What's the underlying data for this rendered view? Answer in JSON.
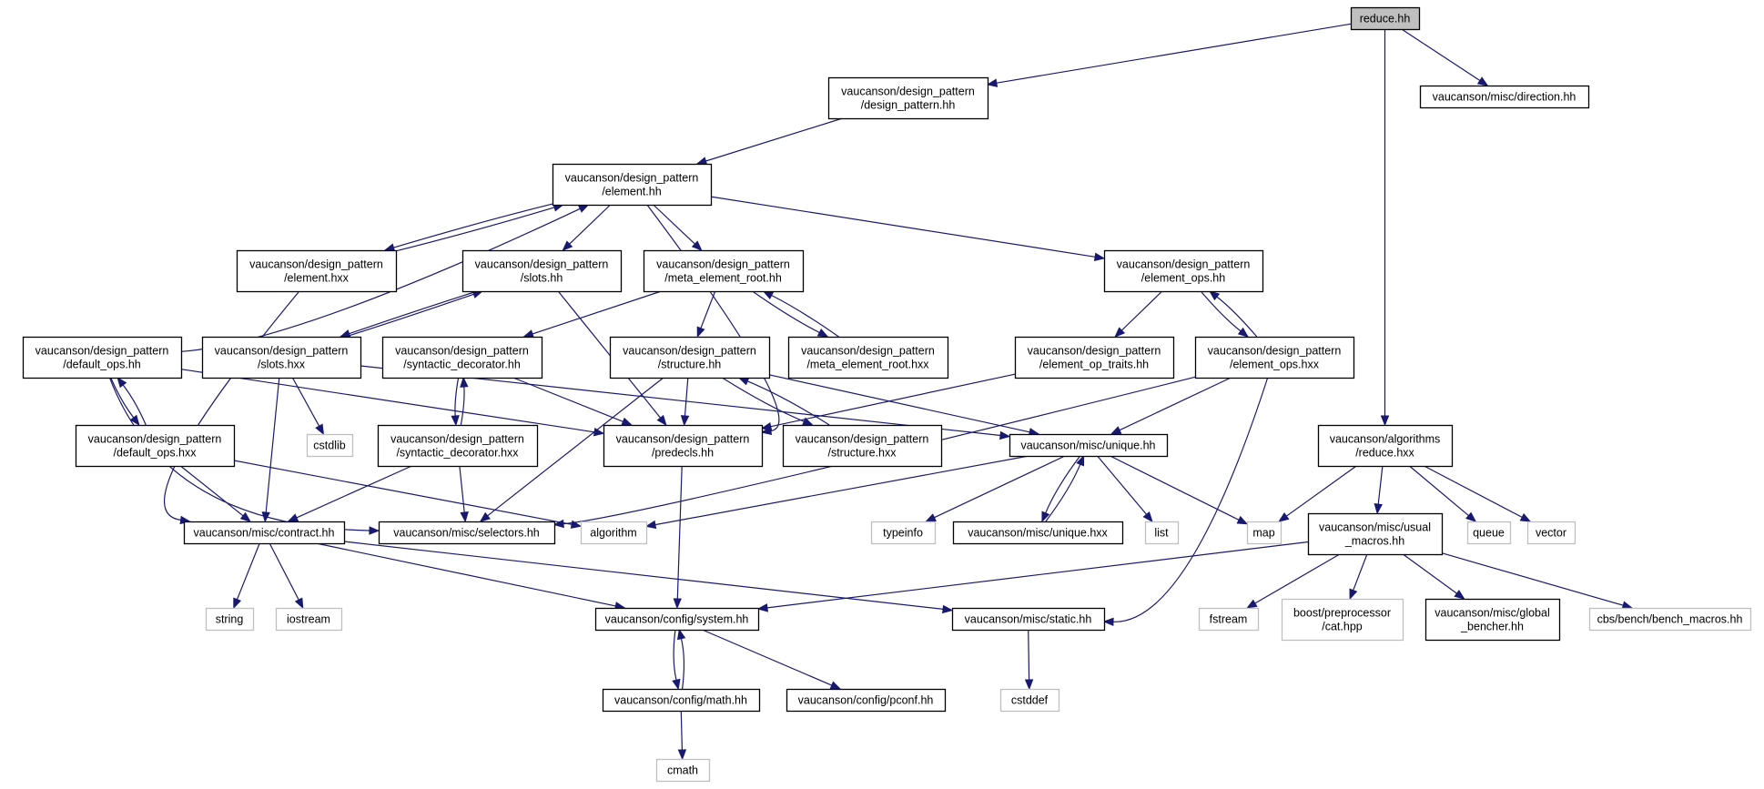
{
  "colors": {
    "edge": "#191970",
    "node_border": "#000000",
    "external_border": "#bfbfbf",
    "root_fill": "#bfbfbf",
    "node_fill": "#ffffff",
    "text": "#000000"
  },
  "nodes": [
    {
      "id": "reduce_hh",
      "lines": [
        "reduce.hh"
      ],
      "kind": "root"
    },
    {
      "id": "dp_hh",
      "lines": [
        "vaucanson/design_pattern",
        "/design_pattern.hh"
      ],
      "kind": "file"
    },
    {
      "id": "direction_hh",
      "lines": [
        "vaucanson/misc/direction.hh"
      ],
      "kind": "file"
    },
    {
      "id": "element_hh",
      "lines": [
        "vaucanson/design_pattern",
        "/element.hh"
      ],
      "kind": "file"
    },
    {
      "id": "element_hxx",
      "lines": [
        "vaucanson/design_pattern",
        "/element.hxx"
      ],
      "kind": "file"
    },
    {
      "id": "slots_hh",
      "lines": [
        "vaucanson/design_pattern",
        "/slots.hh"
      ],
      "kind": "file"
    },
    {
      "id": "meta_root_hh",
      "lines": [
        "vaucanson/design_pattern",
        "/meta_element_root.hh"
      ],
      "kind": "file"
    },
    {
      "id": "element_ops_hh",
      "lines": [
        "vaucanson/design_pattern",
        "/element_ops.hh"
      ],
      "kind": "file"
    },
    {
      "id": "default_ops_hh",
      "lines": [
        "vaucanson/design_pattern",
        "/default_ops.hh"
      ],
      "kind": "file"
    },
    {
      "id": "slots_hxx",
      "lines": [
        "vaucanson/design_pattern",
        "/slots.hxx"
      ],
      "kind": "file"
    },
    {
      "id": "synt_hh",
      "lines": [
        "vaucanson/design_pattern",
        "/syntactic_decorator.hh"
      ],
      "kind": "file"
    },
    {
      "id": "structure_hh",
      "lines": [
        "vaucanson/design_pattern",
        "/structure.hh"
      ],
      "kind": "file"
    },
    {
      "id": "meta_root_hxx",
      "lines": [
        "vaucanson/design_pattern",
        "/meta_element_root.hxx"
      ],
      "kind": "file"
    },
    {
      "id": "eop_traits_hh",
      "lines": [
        "vaucanson/design_pattern",
        "/element_op_traits.hh"
      ],
      "kind": "file"
    },
    {
      "id": "element_ops_hxx",
      "lines": [
        "vaucanson/design_pattern",
        "/element_ops.hxx"
      ],
      "kind": "file"
    },
    {
      "id": "default_ops_hxx",
      "lines": [
        "vaucanson/design_pattern",
        "/default_ops.hxx"
      ],
      "kind": "file"
    },
    {
      "id": "cstdlib",
      "lines": [
        "cstdlib"
      ],
      "kind": "external"
    },
    {
      "id": "synt_hxx",
      "lines": [
        "vaucanson/design_pattern",
        "/syntactic_decorator.hxx"
      ],
      "kind": "file"
    },
    {
      "id": "predecls_hh",
      "lines": [
        "vaucanson/design_pattern",
        "/predecls.hh"
      ],
      "kind": "file"
    },
    {
      "id": "structure_hxx",
      "lines": [
        "vaucanson/design_pattern",
        "/structure.hxx"
      ],
      "kind": "file"
    },
    {
      "id": "unique_hh",
      "lines": [
        "vaucanson/misc/unique.hh"
      ],
      "kind": "file"
    },
    {
      "id": "reduce_hxx",
      "lines": [
        "vaucanson/algorithms",
        "/reduce.hxx"
      ],
      "kind": "file"
    },
    {
      "id": "contract_hh",
      "lines": [
        "vaucanson/misc/contract.hh"
      ],
      "kind": "file"
    },
    {
      "id": "selectors_hh",
      "lines": [
        "vaucanson/misc/selectors.hh"
      ],
      "kind": "file"
    },
    {
      "id": "algorithm",
      "lines": [
        "algorithm"
      ],
      "kind": "external"
    },
    {
      "id": "typeinfo",
      "lines": [
        "typeinfo"
      ],
      "kind": "external"
    },
    {
      "id": "unique_hxx",
      "lines": [
        "vaucanson/misc/unique.hxx"
      ],
      "kind": "file"
    },
    {
      "id": "list",
      "lines": [
        "list"
      ],
      "kind": "external"
    },
    {
      "id": "map",
      "lines": [
        "map"
      ],
      "kind": "external"
    },
    {
      "id": "usual_macros",
      "lines": [
        "vaucanson/misc/usual",
        "_macros.hh"
      ],
      "kind": "file"
    },
    {
      "id": "queue",
      "lines": [
        "queue"
      ],
      "kind": "external"
    },
    {
      "id": "vector",
      "lines": [
        "vector"
      ],
      "kind": "external"
    },
    {
      "id": "string",
      "lines": [
        "string"
      ],
      "kind": "external"
    },
    {
      "id": "iostream",
      "lines": [
        "iostream"
      ],
      "kind": "external"
    },
    {
      "id": "system_hh",
      "lines": [
        "vaucanson/config/system.hh"
      ],
      "kind": "file"
    },
    {
      "id": "static_hh",
      "lines": [
        "vaucanson/misc/static.hh"
      ],
      "kind": "file"
    },
    {
      "id": "fstream",
      "lines": [
        "fstream"
      ],
      "kind": "external"
    },
    {
      "id": "boost_cat",
      "lines": [
        "boost/preprocessor",
        "/cat.hpp"
      ],
      "kind": "external"
    },
    {
      "id": "global_bencher",
      "lines": [
        "vaucanson/misc/global",
        "_bencher.hh"
      ],
      "kind": "file"
    },
    {
      "id": "bench_macros",
      "lines": [
        "cbs/bench/bench_macros.hh"
      ],
      "kind": "external"
    },
    {
      "id": "math_hh",
      "lines": [
        "vaucanson/config/math.hh"
      ],
      "kind": "file"
    },
    {
      "id": "pconf_hh",
      "lines": [
        "vaucanson/config/pconf.hh"
      ],
      "kind": "file"
    },
    {
      "id": "cstddef",
      "lines": [
        "cstddef"
      ],
      "kind": "external"
    },
    {
      "id": "cmath",
      "lines": [
        "cmath"
      ],
      "kind": "external"
    }
  ],
  "edges": [
    [
      "reduce_hh",
      "dp_hh"
    ],
    [
      "reduce_hh",
      "direction_hh"
    ],
    [
      "reduce_hh",
      "reduce_hxx"
    ],
    [
      "dp_hh",
      "element_hh"
    ],
    [
      "element_hh",
      "element_hxx"
    ],
    [
      "element_hh",
      "slots_hh"
    ],
    [
      "element_hh",
      "meta_root_hh"
    ],
    [
      "element_hh",
      "element_ops_hh"
    ],
    [
      "element_hh",
      "predecls_hh"
    ],
    [
      "element_hxx",
      "element_hh"
    ],
    [
      "element_hxx",
      "contract_hh"
    ],
    [
      "slots_hh",
      "slots_hxx"
    ],
    [
      "slots_hh",
      "predecls_hh"
    ],
    [
      "slots_hxx",
      "slots_hh"
    ],
    [
      "slots_hxx",
      "cstdlib"
    ],
    [
      "slots_hxx",
      "contract_hh"
    ],
    [
      "slots_hxx",
      "unique_hh"
    ],
    [
      "meta_root_hh",
      "synt_hh"
    ],
    [
      "meta_root_hh",
      "structure_hh"
    ],
    [
      "meta_root_hh",
      "meta_root_hxx"
    ],
    [
      "meta_root_hxx",
      "meta_root_hh"
    ],
    [
      "element_ops_hh",
      "eop_traits_hh"
    ],
    [
      "element_ops_hh",
      "element_ops_hxx"
    ],
    [
      "element_ops_hxx",
      "element_ops_hh"
    ],
    [
      "element_ops_hxx",
      "unique_hh"
    ],
    [
      "element_ops_hxx",
      "selectors_hh"
    ],
    [
      "element_ops_hxx",
      "static_hh"
    ],
    [
      "eop_traits_hh",
      "predecls_hh"
    ],
    [
      "default_ops_hh",
      "element_hh"
    ],
    [
      "default_ops_hh",
      "default_ops_hxx"
    ],
    [
      "default_ops_hh",
      "predecls_hh"
    ],
    [
      "default_ops_hh",
      "selectors_hh"
    ],
    [
      "default_ops_hxx",
      "default_ops_hh"
    ],
    [
      "default_ops_hxx",
      "contract_hh"
    ],
    [
      "default_ops_hxx",
      "algorithm"
    ],
    [
      "synt_hh",
      "synt_hxx"
    ],
    [
      "synt_hh",
      "predecls_hh"
    ],
    [
      "synt_hxx",
      "synt_hh"
    ],
    [
      "synt_hxx",
      "contract_hh"
    ],
    [
      "synt_hxx",
      "selectors_hh"
    ],
    [
      "structure_hh",
      "predecls_hh"
    ],
    [
      "structure_hh",
      "structure_hxx"
    ],
    [
      "structure_hh",
      "unique_hh"
    ],
    [
      "structure_hh",
      "selectors_hh"
    ],
    [
      "structure_hxx",
      "structure_hh"
    ],
    [
      "predecls_hh",
      "system_hh"
    ],
    [
      "unique_hh",
      "unique_hxx"
    ],
    [
      "unique_hh",
      "typeinfo"
    ],
    [
      "unique_hh",
      "list"
    ],
    [
      "unique_hh",
      "map"
    ],
    [
      "unique_hh",
      "algorithm"
    ],
    [
      "unique_hxx",
      "unique_hh"
    ],
    [
      "reduce_hxx",
      "map"
    ],
    [
      "reduce_hxx",
      "usual_macros"
    ],
    [
      "reduce_hxx",
      "queue"
    ],
    [
      "reduce_hxx",
      "vector"
    ],
    [
      "usual_macros",
      "system_hh"
    ],
    [
      "usual_macros",
      "fstream"
    ],
    [
      "usual_macros",
      "boost_cat"
    ],
    [
      "usual_macros",
      "global_bencher"
    ],
    [
      "usual_macros",
      "bench_macros"
    ],
    [
      "contract_hh",
      "string"
    ],
    [
      "contract_hh",
      "iostream"
    ],
    [
      "contract_hh",
      "system_hh"
    ],
    [
      "contract_hh",
      "static_hh"
    ],
    [
      "system_hh",
      "math_hh"
    ],
    [
      "system_hh",
      "pconf_hh"
    ],
    [
      "math_hh",
      "system_hh"
    ],
    [
      "math_hh",
      "cmath"
    ],
    [
      "static_hh",
      "cstddef"
    ]
  ]
}
